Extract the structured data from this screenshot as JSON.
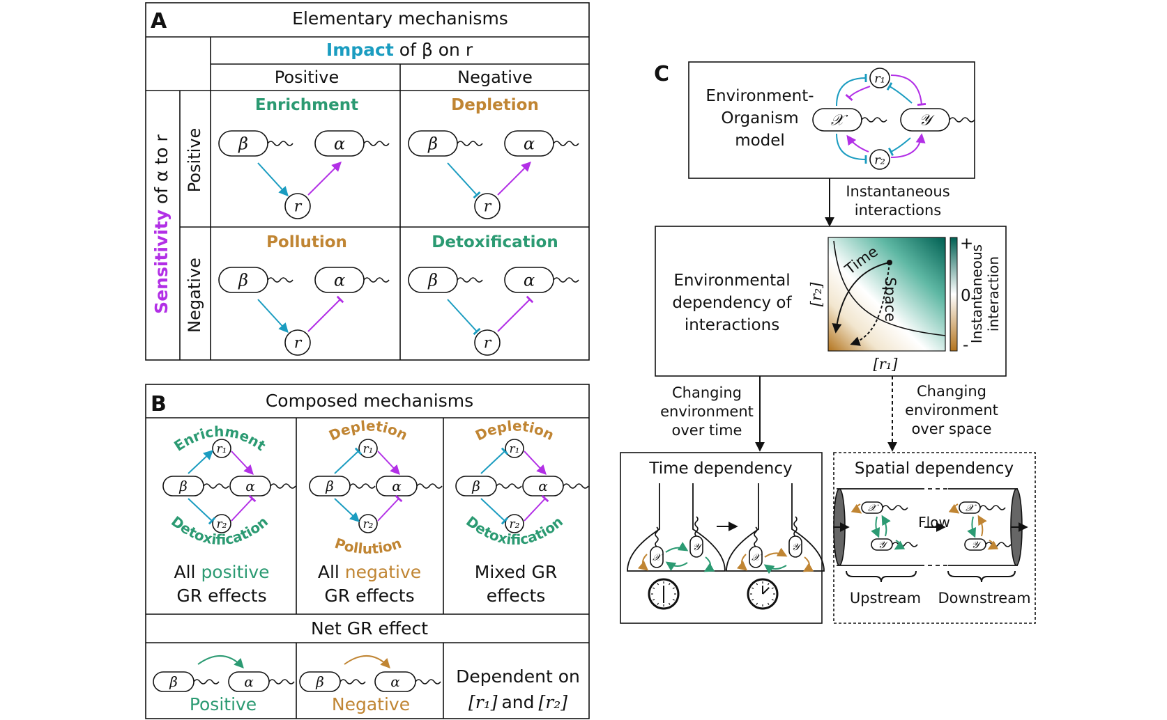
{
  "panel_a": {
    "letter": "A",
    "title": "Elementary mechanisms",
    "impact_word": "Impact",
    "impact_rest": "of β on r",
    "col_positive": "Positive",
    "col_negative": "Negative",
    "row_positive": "Positive",
    "row_negative": "Negative",
    "sensitivity_word": "Sensitivity",
    "sensitivity_rest": "of α to r",
    "cells": [
      "Enrichment",
      "Depletion",
      "Pollution",
      "Detoxification"
    ],
    "beta": "β",
    "alpha": "α",
    "r": "r"
  },
  "panel_b": {
    "letter": "B",
    "title": "Composed mechanisms",
    "arc_labels": [
      "Enrichment",
      "Detoxification",
      "Depletion",
      "Pollution",
      "Depletion",
      "Detoxification"
    ],
    "r1": "r₁",
    "r2": "r₂",
    "captions": [
      {
        "a": "All ",
        "b": "positive",
        "c": "GR effects"
      },
      {
        "a": "All ",
        "b": "negative",
        "c": "GR effects"
      },
      {
        "a": "Mixed GR",
        "b": "",
        "c": "effects"
      }
    ],
    "net_title": "Net GR effect",
    "net_positive": "Positive",
    "net_negative": "Negative",
    "net_dep_1": "Dependent on",
    "net_dep_r1": "[r₁]",
    "net_dep_and": "and",
    "net_dep_r2": "[r₂]"
  },
  "panel_c": {
    "letter": "C",
    "model_lines": [
      "Environment-",
      "Organism",
      "model"
    ],
    "x": "𝒳",
    "y": "𝒴",
    "arrow1_lines": [
      "Instantaneous",
      "interactions"
    ],
    "env_lines": [
      "Environmental",
      "dependency of",
      "interactions"
    ],
    "heat_time": "Time",
    "heat_space": "Space",
    "heat_xlabel": "[r₁]",
    "heat_ylabel": "[r₂]",
    "cbar_plus": "+",
    "cbar_zero": "0",
    "cbar_minus": "-",
    "cbar_label_1": "Instantaneous",
    "cbar_label_2": "interaction",
    "time_branch": [
      "Changing",
      "environment",
      "over time"
    ],
    "space_branch": [
      "Changing",
      "environment",
      "over space"
    ],
    "time_title": "Time dependency",
    "space_title": "Spatial dependency",
    "flow": "Flow",
    "upstream": "Upstream",
    "downstream": "Downstream"
  },
  "colors": {
    "teal": "#2b9a72",
    "gold": "#c08533",
    "blue_arrow": "#1a9cc0",
    "purple_arrow": "#b22fe6",
    "heat_high": "#005f52",
    "heat_low": "#b3741e"
  }
}
